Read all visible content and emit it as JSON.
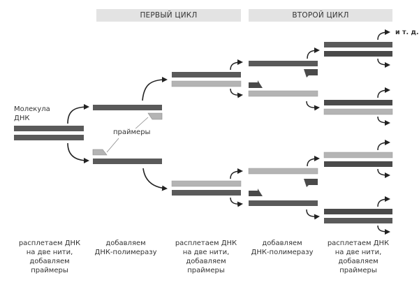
{
  "headers": {
    "first_cycle": "ПЕРВЫЙ ЦИКЛ",
    "second_cycle": "ВТОРОЙ ЦИКЛ"
  },
  "labels": {
    "molecule_line1": "Молекула",
    "molecule_line2": "ДНК",
    "primers": "праймеры",
    "etc": "и т. д."
  },
  "steps": [
    {
      "lines": [
        "расплетаем ДНК",
        "на две нити,",
        "добавляем",
        "праймеры"
      ]
    },
    {
      "lines": [
        "добавляем",
        "ДНК-полимеразу"
      ]
    },
    {
      "lines": [
        "расплетаем ДНК",
        "на две нити,",
        "добавляем",
        "праймеры"
      ]
    },
    {
      "lines": [
        "добавляем",
        "ДНК-полимеразу"
      ]
    },
    {
      "lines": [
        "расплетаем ДНК",
        "на две нити,",
        "добавляем",
        "праймеры"
      ]
    }
  ],
  "colors": {
    "original_strand": "#5a5a5a",
    "new_strand": "#b4b4b4",
    "dark_new_strand": "#4a4a4a",
    "header_bg": "#e3e3e3",
    "arrow": "#222222"
  }
}
